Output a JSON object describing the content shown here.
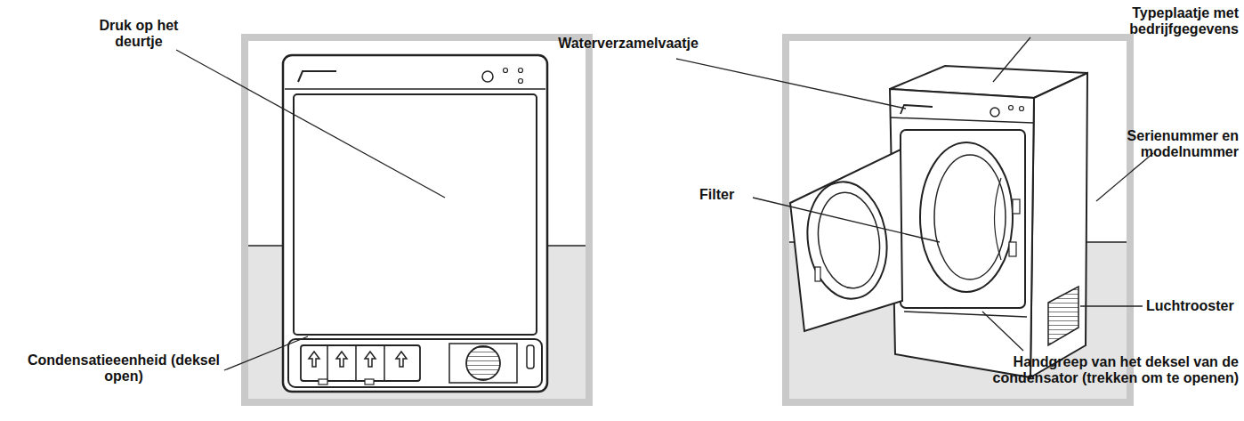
{
  "diagram": {
    "labels": [
      "Druk op het deurtje",
      "Condensatieeenheid (deksel open)",
      "Waterverzamelvaatje",
      "Typeplaatje met bedrijfgegevens",
      "Serienummer en modelnummer",
      "Filter",
      "Luchtrooster",
      "Handgreep van het deksel van de condensator (trekken om te openen)"
    ]
  }
}
